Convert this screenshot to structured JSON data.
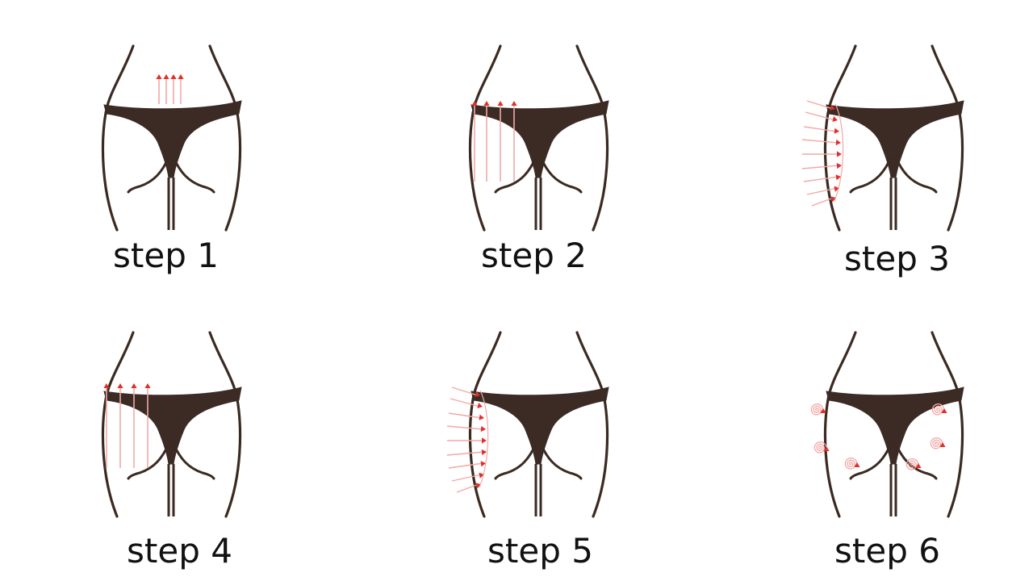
{
  "colors": {
    "outline": "#3a2a22",
    "garment": "#3b2b24",
    "arrow": "#e0302a",
    "arrow_line": "#f2a8a6",
    "background": "#ffffff"
  },
  "steps": [
    {
      "label": "step 1",
      "icon": "upward-arrows-icon"
    },
    {
      "label": "step 2",
      "icon": "upward-arrows-icon"
    },
    {
      "label": "step 3",
      "icon": "inward-arrows-icon"
    },
    {
      "label": "step 4",
      "icon": "upward-arrows-icon"
    },
    {
      "label": "step 5",
      "icon": "inward-arrows-icon"
    },
    {
      "label": "step 6",
      "icon": "spiral-icon"
    }
  ]
}
